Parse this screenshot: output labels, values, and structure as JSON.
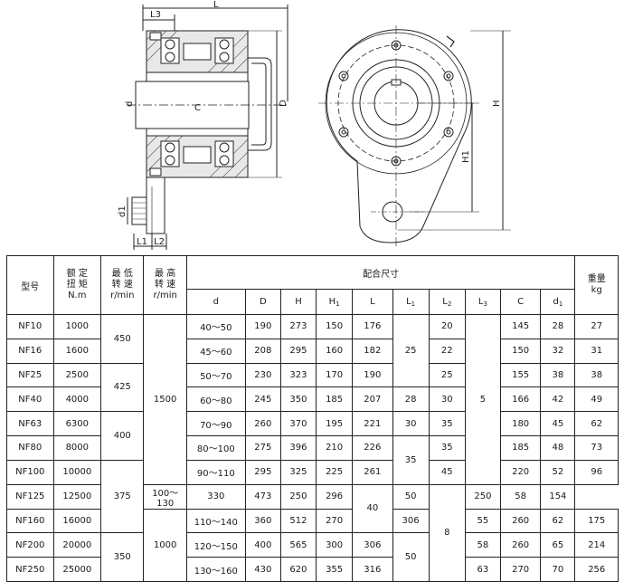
{
  "drawing": {
    "side_view": {
      "dims": {
        "L": "L",
        "L3": "L3",
        "D": "D",
        "d": "d",
        "C": "C",
        "d1": "d1",
        "L1": "L1",
        "L2": "L2"
      }
    },
    "front_view": {
      "dims": {
        "H": "H",
        "H1": "H1"
      }
    }
  },
  "table": {
    "headers": {
      "model": "型号",
      "torque": [
        "额 定",
        "扭 矩",
        "N.m"
      ],
      "min_speed": [
        "最 低",
        "转 速",
        "r/min"
      ],
      "max_speed": [
        "最 高",
        "转 速",
        "r/min"
      ],
      "fit_dims": "配合尺寸",
      "weight": [
        "重量",
        "kg"
      ],
      "sub": {
        "d": "d",
        "D": "D",
        "H": "H",
        "H1": "H",
        "L": "L",
        "L1": "L",
        "L2": "L",
        "L3": "L",
        "C": "C",
        "d1": "d"
      },
      "sub_index": {
        "H1": "1",
        "L1": "1",
        "L2": "2",
        "L3": "3",
        "d1": "1"
      }
    },
    "rows": [
      {
        "model": "NF10",
        "torque": "1000",
        "d": "40～50",
        "D": "190",
        "H": "273",
        "H1": "150",
        "L": "176",
        "L2": "20",
        "C": "145",
        "d1": "28",
        "kg": "27"
      },
      {
        "model": "NF16",
        "torque": "1600",
        "d": "45～60",
        "D": "208",
        "H": "295",
        "H1": "160",
        "L": "182",
        "L2": "22",
        "C": "150",
        "d1": "32",
        "kg": "31"
      },
      {
        "model": "NF25",
        "torque": "2500",
        "d": "50～70",
        "D": "230",
        "H": "323",
        "H1": "170",
        "L": "190",
        "L2": "25",
        "C": "155",
        "d1": "38",
        "kg": "38"
      },
      {
        "model": "NF40",
        "torque": "4000",
        "d": "60～80",
        "D": "245",
        "H": "350",
        "H1": "185",
        "L": "207",
        "L2": "30",
        "C": "166",
        "d1": "42",
        "kg": "49"
      },
      {
        "model": "NF63",
        "torque": "6300",
        "d": "70～90",
        "D": "260",
        "H": "370",
        "H1": "195",
        "L": "221",
        "L2": "35",
        "C": "180",
        "d1": "45",
        "kg": "62"
      },
      {
        "model": "NF80",
        "torque": "8000",
        "d": "80～100",
        "D": "275",
        "H": "396",
        "H1": "210",
        "L": "226",
        "L2": "35",
        "C": "185",
        "d1": "48",
        "kg": "73"
      },
      {
        "model": "NF100",
        "torque": "10000",
        "d": "90～110",
        "D": "295",
        "H": "325",
        "H1": "225",
        "L": "261",
        "L2": "45",
        "C": "220",
        "d1": "52",
        "kg": "96"
      },
      {
        "model": "NF125",
        "torque": "12500",
        "d": "100～130",
        "D": "330",
        "H": "473",
        "H1": "250",
        "L": "296",
        "L2": "50",
        "C": "250",
        "d1": "58",
        "kg": "154"
      },
      {
        "model": "NF160",
        "torque": "16000",
        "d": "110～140",
        "D": "360",
        "H": "512",
        "H1": "270",
        "L": "306",
        "L2": "55",
        "C": "260",
        "d1": "62",
        "kg": "175"
      },
      {
        "model": "NF200",
        "torque": "20000",
        "d": "120～150",
        "D": "400",
        "H": "565",
        "H1": "300",
        "L": "306",
        "L2": "58",
        "C": "260",
        "d1": "65",
        "kg": "214"
      },
      {
        "model": "NF250",
        "torque": "25000",
        "d": "130～160",
        "D": "430",
        "H": "620",
        "H1": "355",
        "L": "316",
        "L2": "63",
        "C": "270",
        "d1": "70",
        "kg": "256"
      }
    ],
    "merged": {
      "min_speed": [
        "450",
        "425",
        "400",
        "375",
        "350"
      ],
      "max_speed": [
        "1500",
        "1000"
      ],
      "L1": [
        "25",
        "28",
        "30",
        "35",
        "40",
        "50"
      ],
      "L3": [
        "5",
        "8"
      ]
    }
  }
}
